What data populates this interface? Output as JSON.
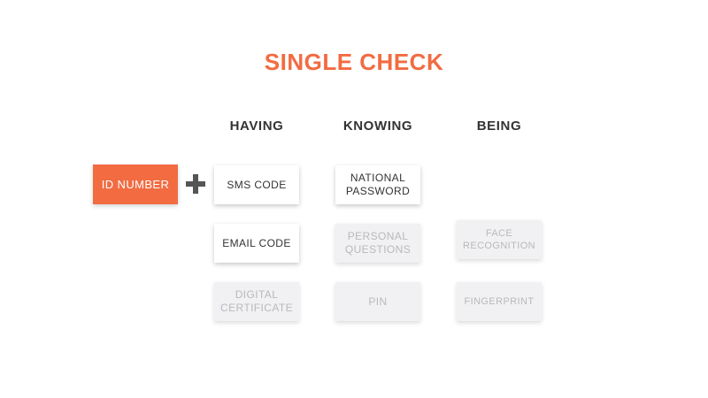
{
  "title": "SINGLE CHECK",
  "columns": [
    "HAVING",
    "KNOWING",
    "BEING"
  ],
  "primary": "ID NUMBER",
  "boxes": {
    "sms_code": "SMS CODE",
    "email_code": "EMAIL CODE",
    "digital_certificate": "DIGITAL\nCERTIFICATE",
    "national_password": "NATIONAL\nPASSWORD",
    "personal_questions": "PERSONAL\nQUESTIONS",
    "pin": "PIN",
    "face_recognition": "FACE\nRECOGNITION",
    "fingerprint": "FINGERPRINT"
  },
  "colors": {
    "accent": "#f26b41",
    "active_text": "#333333",
    "inactive_bg": "#f1f0f2",
    "inactive_text": "#b9b9bd"
  }
}
